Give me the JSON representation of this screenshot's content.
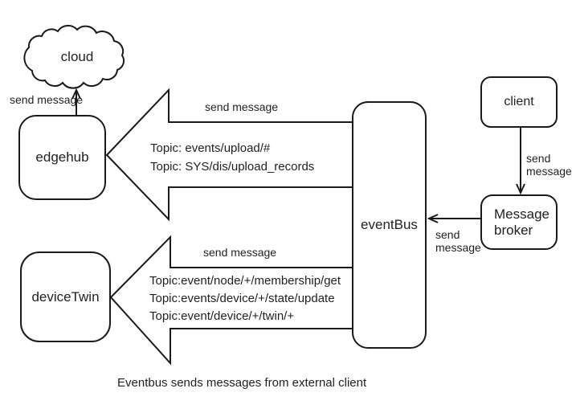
{
  "diagram": {
    "caption": "Eventbus sends messages from external client",
    "nodes": {
      "cloud": {
        "label": "cloud"
      },
      "edgehub": {
        "label": "edgehub"
      },
      "device_twin": {
        "label": "deviceTwin"
      },
      "event_bus": {
        "label": "eventBus"
      },
      "client": {
        "label": "client"
      },
      "message_broker": {
        "label": "Message broker"
      }
    },
    "edges": {
      "edgehub_to_cloud": {
        "label": "send message"
      },
      "bus_to_edgehub": {
        "label": "send message",
        "topics": [
          "Topic: events/upload/#",
          "Topic: SYS/dis/upload_records"
        ]
      },
      "bus_to_devicetwin": {
        "label": "send message",
        "topics": [
          "Topic:event/node/+/membership/get",
          "Topic:events/device/+/state/update",
          "Topic:event/device/+/twin/+"
        ]
      },
      "client_to_broker": {
        "label": "send message"
      },
      "broker_to_bus": {
        "label": "send message"
      }
    },
    "colors": {
      "line": "#1a1a1a",
      "text": "#1f1f1f",
      "background": "#ffffff"
    }
  }
}
